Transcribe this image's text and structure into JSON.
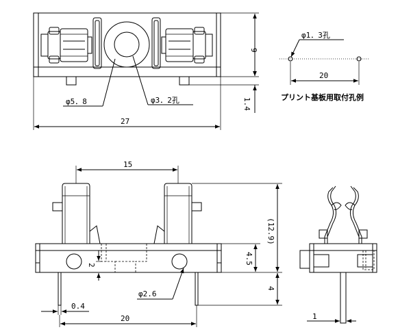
{
  "top_view": {
    "hole_small_label": "φ3．2孔",
    "hole_large_label": "φ5．8",
    "width_dim": "27",
    "height_dim": "9",
    "tab_dim": "1.4"
  },
  "pcb_layout": {
    "hole_label": "φ1．3孔",
    "pitch_dim": "20",
    "caption": "プリント基板用取付孔例"
  },
  "front_view": {
    "contact_spacing_dim": "15",
    "total_height_dim": "(12.9)",
    "base_height_dim": "4.5",
    "pin_length_dim": "4",
    "slot_dim": "2",
    "pin_width_dim": "0.4",
    "pin_pitch_dim": "20",
    "hole_label": "φ2.6"
  },
  "side_view": {
    "pin_width_dim": "1"
  }
}
